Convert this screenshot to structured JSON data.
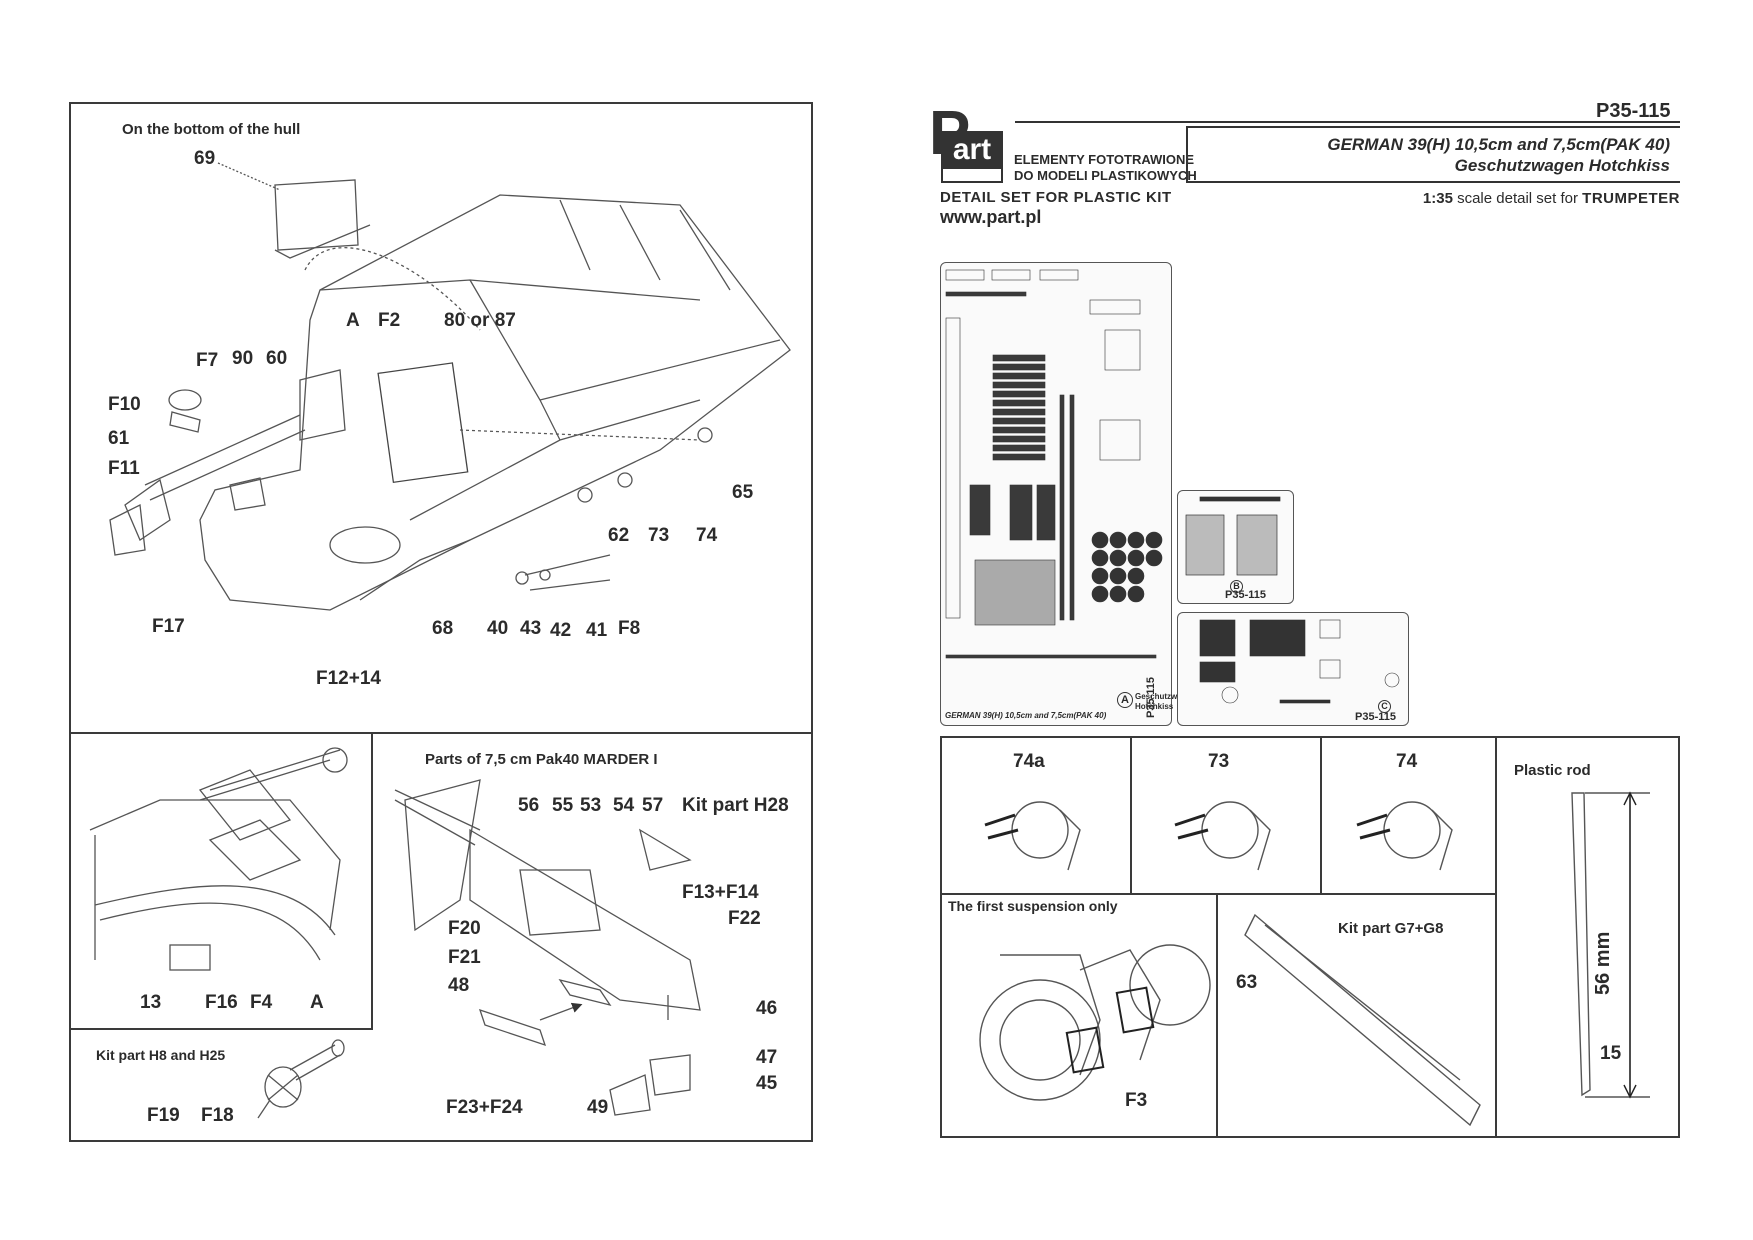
{
  "header": {
    "code": "P35-115",
    "logo_text": "Part",
    "subtitle_pl_1": "ELEMENTY FOTOTRAWIONE",
    "subtitle_pl_2": "DO MODELI PLASTIKOWYCH",
    "title_1": "GERMAN 39(H)  10,5cm  and 7,5cm(PAK 40)",
    "title_2": "Geschutzwagen  Hotchkiss",
    "detail_set": "DETAIL SET FOR PLASTIC KIT",
    "website": "www.part.pl",
    "scale": "1:35",
    "scale_text": " scale detail set for ",
    "kit_brand": "TRUMPETER"
  },
  "panel_hull": {
    "caption": "On the bottom of the hull",
    "labels": [
      "69",
      "A",
      "F2",
      "80 or 87",
      "F7",
      "90",
      "60",
      "F10",
      "61",
      "F11",
      "65",
      "62",
      "73",
      "74",
      "F17",
      "68",
      "40",
      "43",
      "42",
      "41",
      "F8",
      "F12+14"
    ]
  },
  "panel_gun_detail": {
    "labels": [
      "13",
      "F16",
      "F4",
      "A"
    ]
  },
  "panel_marder": {
    "caption": "Parts of 7,5 cm Pak40  MARDER I",
    "labels": [
      "56",
      "55",
      "53",
      "54",
      "57",
      "Kit part H28",
      "F13+F14",
      "F22",
      "F20",
      "F21",
      "48",
      "46",
      "47",
      "45",
      "F23+F24",
      "49"
    ]
  },
  "panel_h8": {
    "caption": "Kit part H8 and H25",
    "labels": [
      "F19",
      "F18"
    ]
  },
  "fret_sheets": {
    "sheet_a": {
      "code": "P35-115",
      "letter": "A",
      "name_1": "Geschutzwagen",
      "name_2": "Hotchkiss",
      "footer": "GERMAN 39(H)  10,5cm  and 7,5cm(PAK 40)"
    },
    "sheet_b": {
      "code": "P35-115",
      "letter": "B"
    },
    "sheet_c": {
      "code": "P35-115",
      "letter": "C"
    }
  },
  "panel_wheels": [
    {
      "label": "74a"
    },
    {
      "label": "73"
    },
    {
      "label": "74"
    }
  ],
  "panel_rod": {
    "caption": "Plastic rod",
    "dimension": "56 mm",
    "part": "15"
  },
  "panel_suspension": {
    "caption": "The first suspension only",
    "part": "F3"
  },
  "panel_g7": {
    "caption": "Kit part G7+G8",
    "part": "63"
  }
}
